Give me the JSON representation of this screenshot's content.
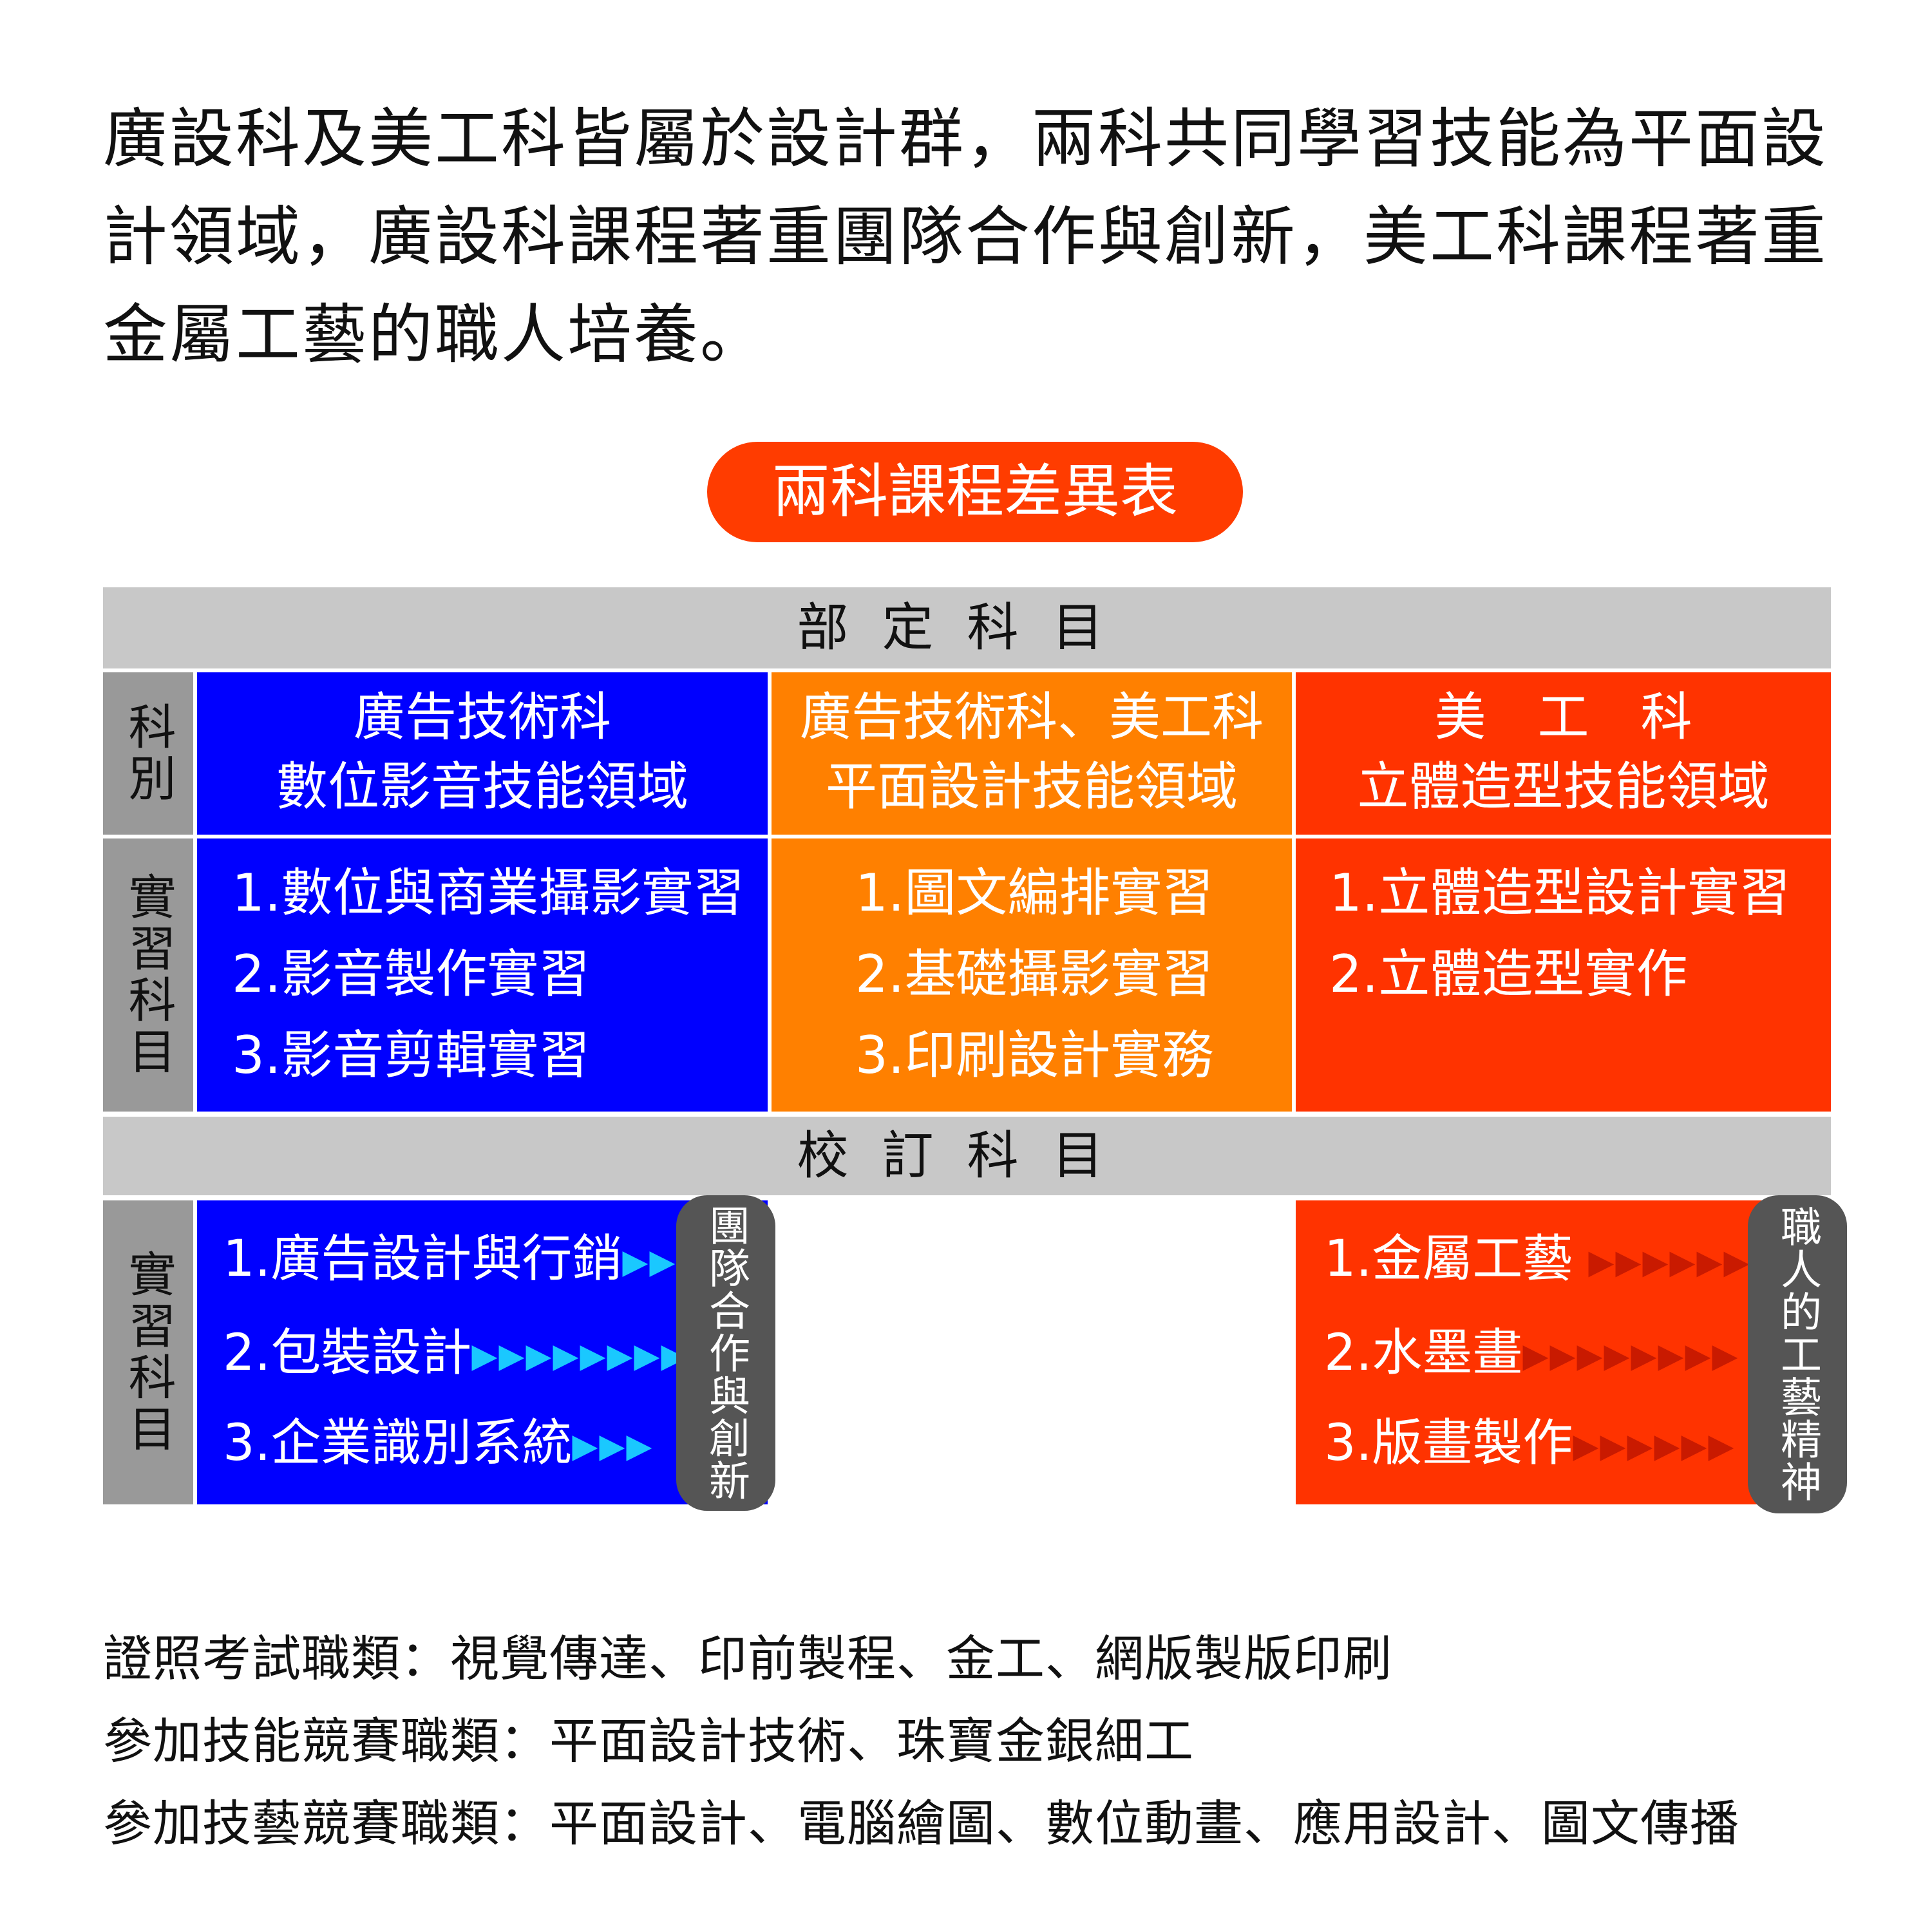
{
  "intro": "廣設科及美工科皆屬於設計群，兩科共同學習技能為平面設計領域，廣設科課程著重團隊合作與創新，美工科課程著重金屬工藝的職人培養。",
  "table_title": "兩科課程差異表",
  "colors": {
    "blue": "#0000ff",
    "orange": "#ff8000",
    "red": "#ff3300",
    "pill": "#ff3c00",
    "gray": "#c8c8c8"
  },
  "section_required": "部定科目",
  "section_school": "校訂科目",
  "side_labels": {
    "category": "科別",
    "practice": "實習科目",
    "practice2": "實習科目"
  },
  "columns": [
    {
      "name": "廣告技術科",
      "domain": "數位影音技能領域"
    },
    {
      "name": "廣告技術科、美工科",
      "domain": "平面設計技能領域"
    },
    {
      "name": "美　工　科",
      "domain": "立體造型技能領域"
    }
  ],
  "required_courses": {
    "ad": [
      "1.數位與商業攝影實習",
      "2.影音製作實習",
      "3.影音剪輯實習"
    ],
    "shared": [
      "1.圖文編排實習",
      "2.基礎攝影實習",
      "3.印刷設計實務"
    ],
    "art": [
      "1.立體造型設計實習",
      "2.立體造型實作"
    ]
  },
  "school_courses": {
    "ad": [
      {
        "label": "1.廣告設計與行銷",
        "arrows": "▶▶"
      },
      {
        "label": "2.包裝設計",
        "arrows": "▶▶▶▶▶▶▶▶"
      },
      {
        "label": "3.企業識別系統",
        "arrows": "▶▶▶"
      }
    ],
    "ad_badge": "團隊合作與創新",
    "art": [
      {
        "label": "1.金屬工藝",
        "arrows": "▶▶▶▶▶▶"
      },
      {
        "label": "2.水墨畫",
        "arrows": "▶▶▶▶▶▶▶▶"
      },
      {
        "label": "3.版畫製作",
        "arrows": "▶▶▶▶▶▶"
      }
    ],
    "art_badge": "職人的工藝精神"
  },
  "footer": [
    "證照考試職類：視覺傳達、印前製程、金工、網版製版印刷",
    "參加技能競賽職類：平面設計技術、珠寶金銀細工",
    "參加技藝競賽職類：平面設計、電腦繪圖、數位動畫、應用設計、圖文傳播"
  ]
}
